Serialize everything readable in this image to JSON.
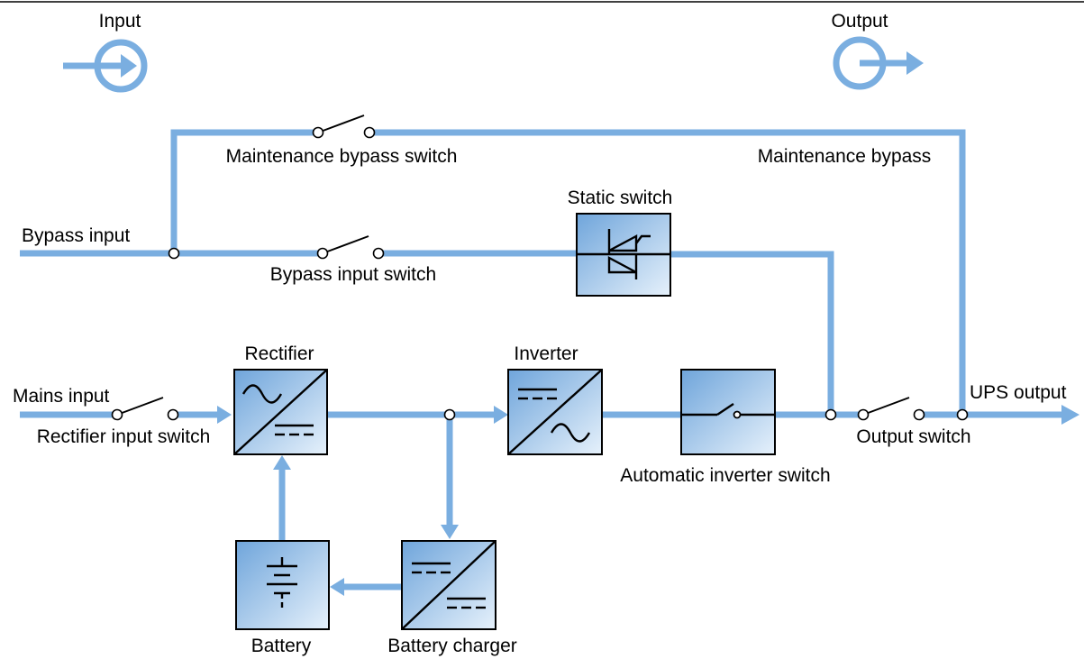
{
  "legend": {
    "input_label": "Input",
    "output_label": "Output",
    "input_icon": "arrow-into-circle-icon",
    "output_icon": "arrow-out-of-circle-icon"
  },
  "labels": {
    "maintenance_bypass_switch": "Maintenance bypass switch",
    "maintenance_bypass": "Maintenance bypass",
    "static_switch": "Static switch",
    "bypass_input": "Bypass input",
    "bypass_input_switch": "Bypass input switch",
    "rectifier": "Rectifier",
    "inverter": "Inverter",
    "mains_input": "Mains input",
    "rectifier_input_switch": "Rectifier input switch",
    "automatic_inverter_switch": "Automatic inverter switch",
    "output_switch": "Output switch",
    "ups_output": "UPS output",
    "battery": "Battery",
    "battery_charger": "Battery charger"
  },
  "colors": {
    "line": "#7aaee0",
    "box_light": "#e6f1fb",
    "box_dark": "#6fa5db",
    "outline": "#000000",
    "background": "#ffffff"
  }
}
